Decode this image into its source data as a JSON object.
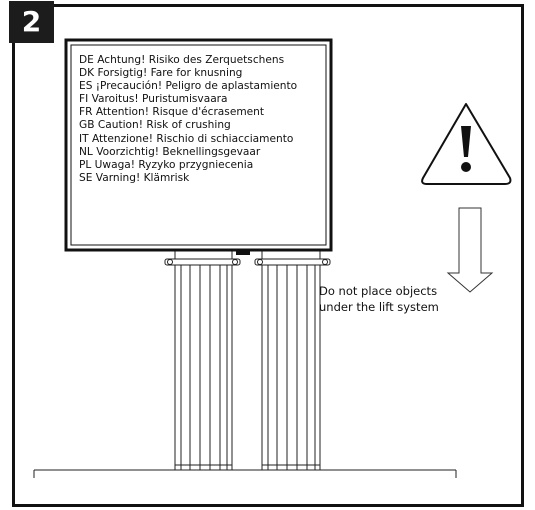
{
  "step": {
    "number": "2"
  },
  "warnings": [
    {
      "text": "DE Achtung! Risiko des Zerquetschens"
    },
    {
      "text": "DK Forsigtig! Fare for knusning"
    },
    {
      "text": "ES ¡Precaución! Peligro de aplastamiento"
    },
    {
      "text": "FI Varoitus! Puristumisvaara"
    },
    {
      "text": "FR Attention! Risque d'écrasement"
    },
    {
      "text": "GB Caution! Risk of crushing"
    },
    {
      "text": "IT Attenzione! Rischio di schiacciamento"
    },
    {
      "text": "NL Voorzichtig! Beknellingsgevaar"
    },
    {
      "text": "PL Uwaga! Ryzyko przygniecenia"
    },
    {
      "text": "SE Varning! Klämrisk"
    }
  ],
  "note": {
    "line1": "Do not place objects",
    "line2": "under the lift system"
  },
  "icons": {
    "warning": "warning-triangle-icon",
    "arrow": "down-arrow-icon"
  }
}
